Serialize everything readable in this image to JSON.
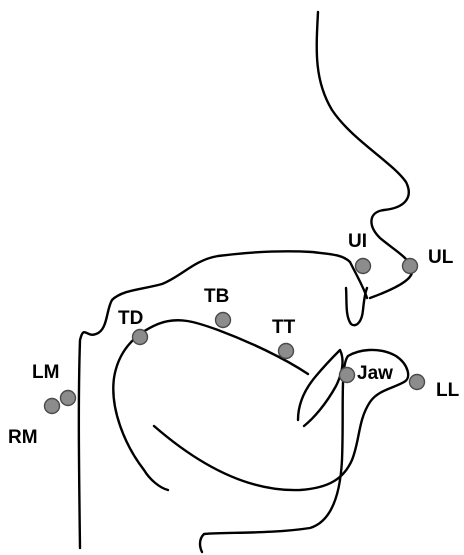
{
  "colors": {
    "outline": "#000000",
    "sensor_fill": "#8c8c8c",
    "sensor_stroke": "#4a4a4a",
    "background": "#ffffff"
  },
  "sensors": {
    "ul": {
      "label": "UL"
    },
    "ui": {
      "label": "UI"
    },
    "tb": {
      "label": "TB"
    },
    "td": {
      "label": "TD"
    },
    "tt": {
      "label": "TT"
    },
    "jaw": {
      "label": "Jaw"
    },
    "ll": {
      "label": "LL"
    },
    "lm": {
      "label": "LM"
    },
    "rm": {
      "label": "RM"
    }
  }
}
